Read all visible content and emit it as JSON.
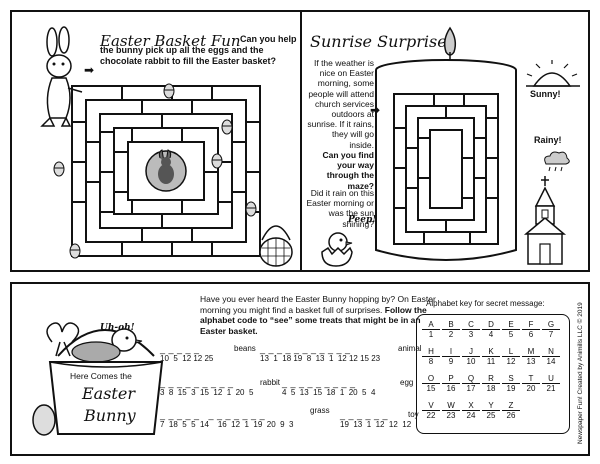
{
  "top_left": {
    "title": "Easter Basket Fun",
    "instructions": "Can you help the bunny pick up all the eggs and the chocolate rabbit to fill the Easter basket?"
  },
  "top_right": {
    "title": "Sunrise Surprise!",
    "story_1": "If the weather is nice on Easter morning, some people will attend church services outdoors at sunrise. If it rains, they will go inside.",
    "question": "Can you find your way through the maze?",
    "story_2": "Did it rain on this Easter morning or was the sun shining?",
    "chick_speech": "Peep!",
    "sunny": "Sunny!",
    "rainy": "Rainy!"
  },
  "bottom": {
    "intro_plain": "Have you ever heard the Easter Bunny hopping by? On Easter morning you might find a basket full of surprises.",
    "intro_bold": "Follow the alphabet code to “see” some treats that might be in an Easter basket.",
    "speech": "Uh-oh!",
    "basket_line1": "Here Comes the",
    "basket_line2": "Easter",
    "basket_line3": "Bunny",
    "key_title": "Alphabet key for secret message:",
    "credit": "Newspaper Fun! Created by Animills LLC © 2019",
    "puzzles": [
      {
        "codes": "10  5  12 12 25",
        "answer": "beans"
      },
      {
        "codes": "13  1  18 19  8  13  1  12 12 15 23",
        "answer": "animal"
      },
      {
        "codes": "3  8  15  3  15  12  1  20  5",
        "answer": "rabbit"
      },
      {
        "codes": "4  5  13  15  18  1  20  5  4",
        "answer": "egg"
      },
      {
        "codes": "7  18  5  5  14    16  12  1  19  20  9  3",
        "answer": "grass"
      },
      {
        "codes": "19  13  1  12  12  12",
        "answer": "toy"
      }
    ],
    "alphabet_key": [
      {
        "letter": "A",
        "num": "1"
      },
      {
        "letter": "B",
        "num": "2"
      },
      {
        "letter": "C",
        "num": "3"
      },
      {
        "letter": "D",
        "num": "4"
      },
      {
        "letter": "E",
        "num": "5"
      },
      {
        "letter": "F",
        "num": "6"
      },
      {
        "letter": "G",
        "num": "7"
      },
      {
        "letter": "H",
        "num": "8"
      },
      {
        "letter": "I",
        "num": "9"
      },
      {
        "letter": "J",
        "num": "10"
      },
      {
        "letter": "K",
        "num": "11"
      },
      {
        "letter": "L",
        "num": "12"
      },
      {
        "letter": "M",
        "num": "13"
      },
      {
        "letter": "N",
        "num": "14"
      },
      {
        "letter": "O",
        "num": "15"
      },
      {
        "letter": "P",
        "num": "16"
      },
      {
        "letter": "Q",
        "num": "17"
      },
      {
        "letter": "R",
        "num": "18"
      },
      {
        "letter": "S",
        "num": "19"
      },
      {
        "letter": "T",
        "num": "20"
      },
      {
        "letter": "U",
        "num": "21"
      },
      {
        "letter": "V",
        "num": "22"
      },
      {
        "letter": "W",
        "num": "23"
      },
      {
        "letter": "X",
        "num": "24"
      },
      {
        "letter": "Y",
        "num": "25"
      },
      {
        "letter": "Z",
        "num": "26"
      }
    ]
  }
}
